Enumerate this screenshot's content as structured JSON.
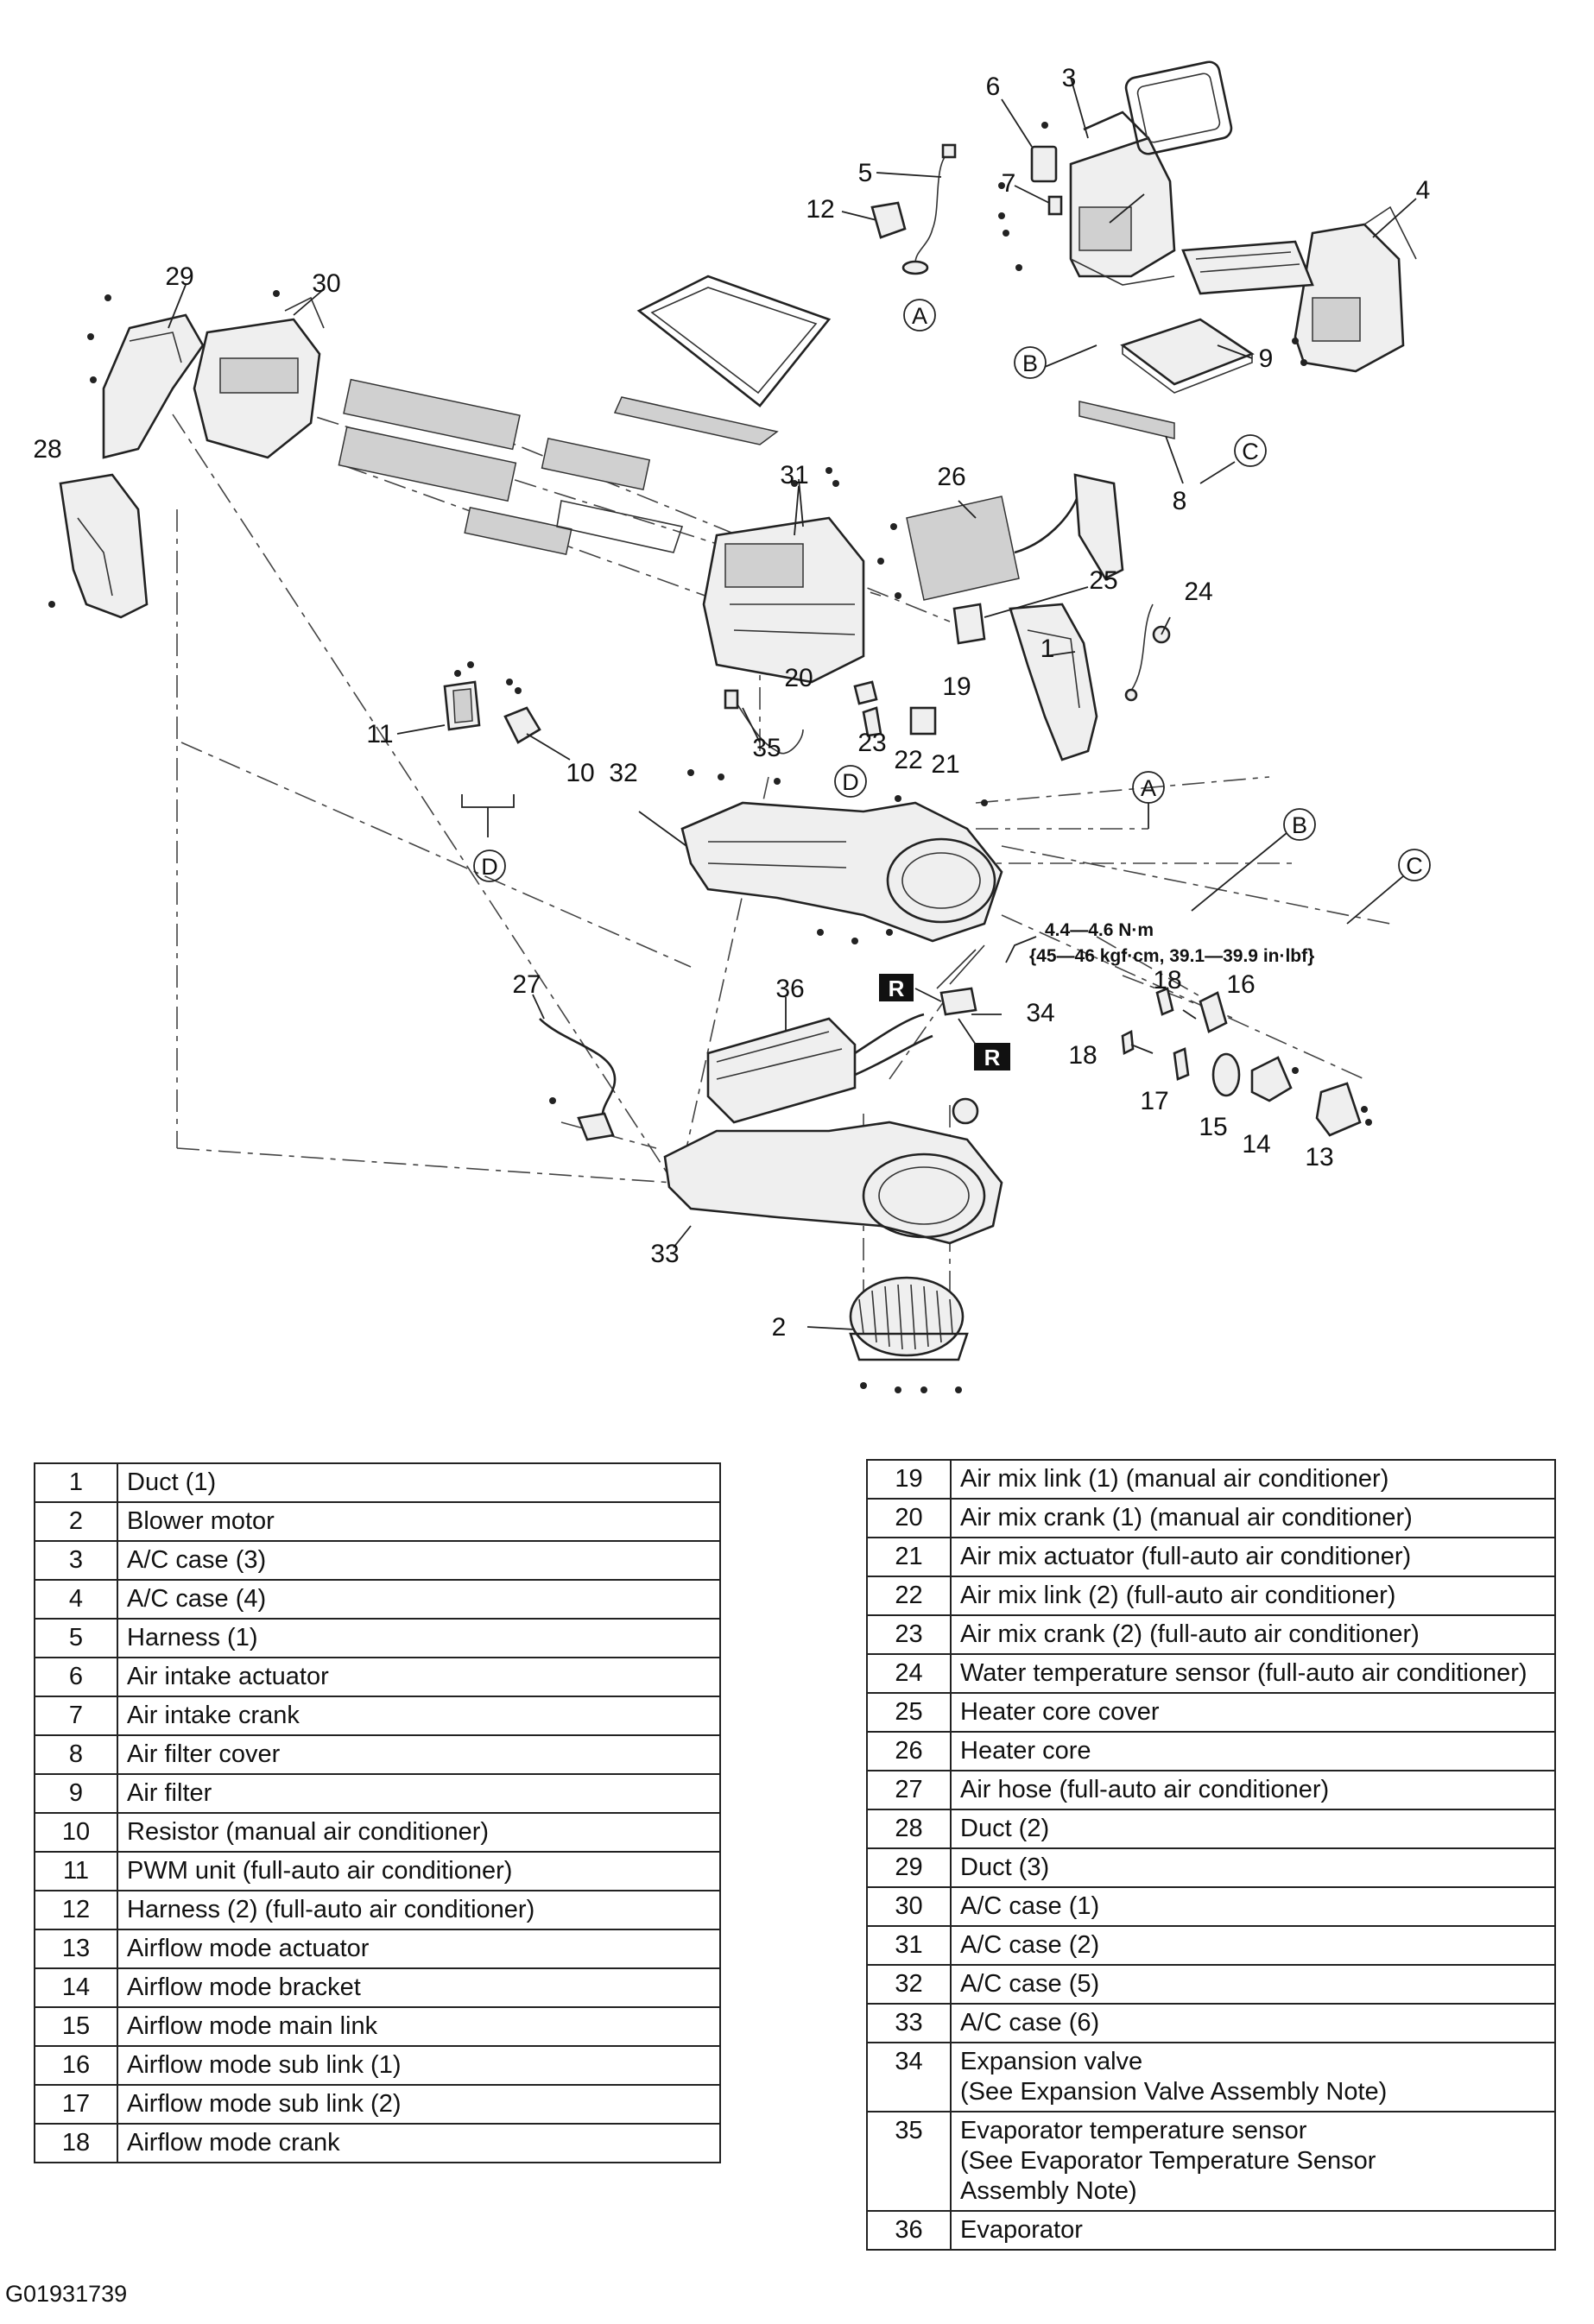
{
  "diagram": {
    "callouts": [
      "1",
      "2",
      "3",
      "4",
      "5",
      "6",
      "7",
      "8",
      "9",
      "10",
      "11",
      "12",
      "13",
      "14",
      "15",
      "16",
      "17",
      "18",
      "18",
      "19",
      "20",
      "21",
      "22",
      "23",
      "24",
      "25",
      "26",
      "27",
      "28",
      "29",
      "30",
      "31",
      "32",
      "33",
      "34",
      "35",
      "36"
    ],
    "connector_letters": [
      "A",
      "A",
      "B",
      "B",
      "C",
      "C",
      "D",
      "D"
    ],
    "torque_line1": "4.4—4.6 N·m",
    "torque_line2": "{45—46 kgf·cm, 39.1—39.9 in·lbf}",
    "replace_badge": "R"
  },
  "parts_left": [
    {
      "num": "1",
      "name": "Duct (1)"
    },
    {
      "num": "2",
      "name": "Blower motor"
    },
    {
      "num": "3",
      "name": "A/C case (3)"
    },
    {
      "num": "4",
      "name": "A/C case (4)"
    },
    {
      "num": "5",
      "name": "Harness (1)"
    },
    {
      "num": "6",
      "name": "Air intake actuator"
    },
    {
      "num": "7",
      "name": "Air intake crank"
    },
    {
      "num": "8",
      "name": "Air filter cover"
    },
    {
      "num": "9",
      "name": "Air filter"
    },
    {
      "num": "10",
      "name": "Resistor (manual air conditioner)"
    },
    {
      "num": "11",
      "name": "PWM unit (full-auto air conditioner)"
    },
    {
      "num": "12",
      "name": "Harness (2) (full-auto air conditioner)"
    },
    {
      "num": "13",
      "name": "Airflow mode actuator"
    },
    {
      "num": "14",
      "name": "Airflow mode bracket"
    },
    {
      "num": "15",
      "name": "Airflow mode main link"
    },
    {
      "num": "16",
      "name": "Airflow mode sub link (1)"
    },
    {
      "num": "17",
      "name": "Airflow mode sub link (2)"
    },
    {
      "num": "18",
      "name": "Airflow mode crank"
    }
  ],
  "parts_right": [
    {
      "num": "19",
      "name": "Air mix link (1) (manual air conditioner)",
      "name2": "",
      "name3": ""
    },
    {
      "num": "20",
      "name": "Air mix crank (1) (manual air conditioner)",
      "name2": "",
      "name3": ""
    },
    {
      "num": "21",
      "name": "Air mix actuator (full-auto air conditioner)",
      "name2": "",
      "name3": ""
    },
    {
      "num": "22",
      "name": "Air mix link (2) (full-auto air conditioner)",
      "name2": "",
      "name3": ""
    },
    {
      "num": "23",
      "name": "Air mix crank (2) (full-auto air conditioner)",
      "name2": "",
      "name3": ""
    },
    {
      "num": "24",
      "name": "Water temperature sensor (full-auto air conditioner)",
      "name2": "",
      "name3": ""
    },
    {
      "num": "25",
      "name": "Heater core cover",
      "name2": "",
      "name3": ""
    },
    {
      "num": "26",
      "name": "Heater core",
      "name2": "",
      "name3": ""
    },
    {
      "num": "27",
      "name": "Air hose (full-auto air conditioner)",
      "name2": "",
      "name3": ""
    },
    {
      "num": "28",
      "name": "Duct (2)",
      "name2": "",
      "name3": ""
    },
    {
      "num": "29",
      "name": "Duct (3)",
      "name2": "",
      "name3": ""
    },
    {
      "num": "30",
      "name": "A/C case (1)",
      "name2": "",
      "name3": ""
    },
    {
      "num": "31",
      "name": "A/C case (2)",
      "name2": "",
      "name3": ""
    },
    {
      "num": "32",
      "name": "A/C case (5)",
      "name2": "",
      "name3": ""
    },
    {
      "num": "33",
      "name": "A/C case (6)",
      "name2": "",
      "name3": ""
    },
    {
      "num": "34",
      "name": "Expansion valve",
      "name2": "(See Expansion Valve Assembly Note)",
      "name3": ""
    },
    {
      "num": "35",
      "name": "Evaporator temperature sensor",
      "name2": "(See Evaporator Temperature Sensor",
      "name3": "Assembly Note)"
    },
    {
      "num": "36",
      "name": "Evaporator",
      "name2": "",
      "name3": ""
    }
  ],
  "figure_id": "G01931739"
}
